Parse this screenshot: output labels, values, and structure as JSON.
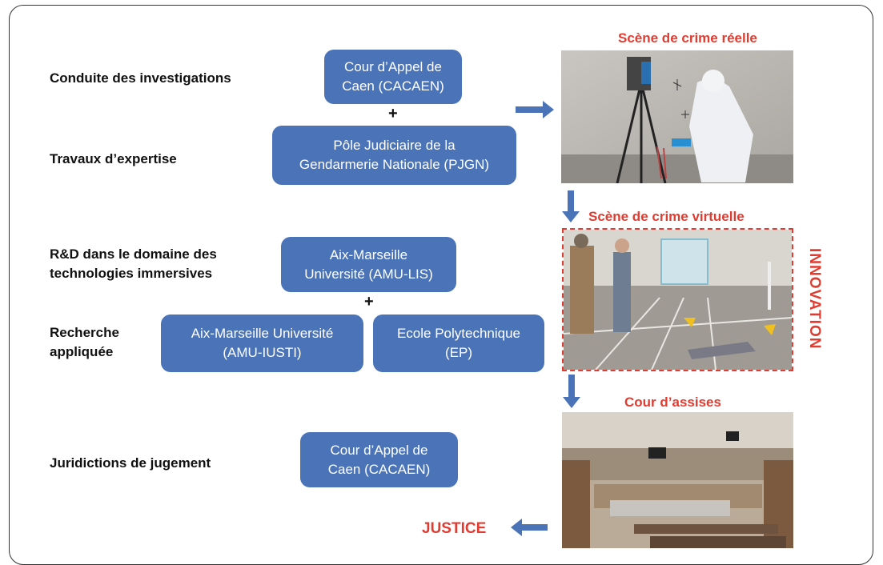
{
  "rows": {
    "investigations": "Conduite des investigations",
    "expertise": "Travaux d’expertise",
    "rd_line1": "R&D dans le domaine des",
    "rd_line2": "technologies immersives",
    "applied_line1": "Recherche",
    "applied_line2": "appliquée",
    "judgment": "Juridictions de jugement"
  },
  "boxes": {
    "cacaen_top_line1": "Cour d’Appel de",
    "cacaen_top_line2": "Caen (CACAEN)",
    "pjgn_line1": "Pôle Judiciaire de la",
    "pjgn_line2": "Gendarmerie Nationale (PJGN)",
    "amulis_line1": "Aix-Marseille",
    "amulis_line2": "Université (AMU-LIS)",
    "amuiusti_line1": "Aix-Marseille Université",
    "amuiusti_line2": "(AMU-IUSTI)",
    "ep_line1": "Ecole Polytechnique",
    "ep_line2": "(EP)",
    "cacaen_bottom_line1": "Cour d’Appel de",
    "cacaen_bottom_line2": "Caen (CACAEN)"
  },
  "plus": [
    "+",
    "+"
  ],
  "titles": {
    "real_scene": "Scène de crime réelle",
    "virtual_scene": "Scène de crime virtuelle",
    "court": "Cour d’assises",
    "innovation": "INNOVATION",
    "justice": "JUSTICE"
  },
  "colors": {
    "box_fill": "#4a73b8",
    "accent_red": "#e03c31",
    "arrow_blue": "#4a73b8"
  }
}
